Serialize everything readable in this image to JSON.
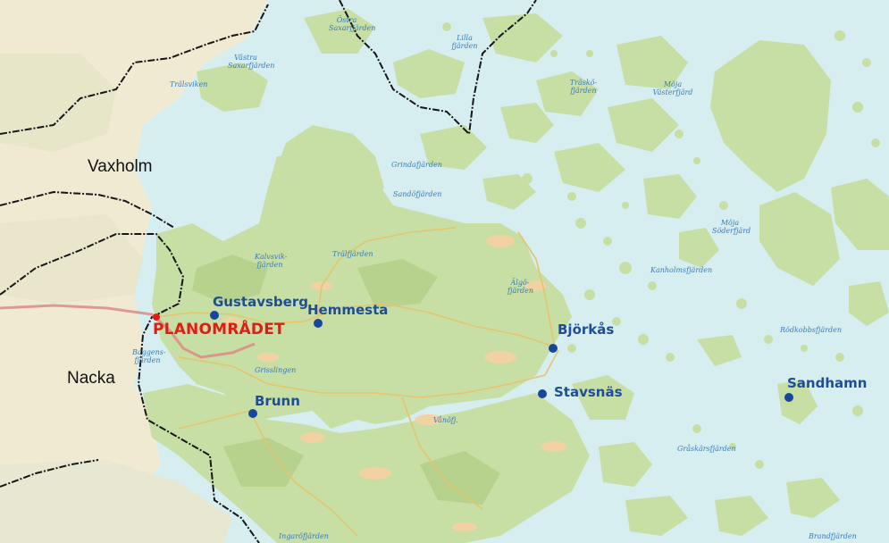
{
  "colors": {
    "water": "#d7eef0",
    "land": "#c7dea4",
    "land_dark": "#b7d28d",
    "mainland": "#f0ead2",
    "field": "#f2d2a2",
    "road": "#e4c56e",
    "border": "#161616",
    "place_text": "#1f4e98",
    "place_marker": "#16479a",
    "plan_area": "#e21b14",
    "plan_outline": "#dc8b86"
  },
  "municipalities": [
    {
      "id": "vaxholm",
      "name": "Vaxholm"
    },
    {
      "id": "nacka",
      "name": "Nacka"
    }
  ],
  "plan_area": {
    "label": "PLANOMRÅDET"
  },
  "places": [
    {
      "id": "gustavsberg",
      "name": "Gustavsberg"
    },
    {
      "id": "hemmesta",
      "name": "Hemmesta"
    },
    {
      "id": "bjorkas",
      "name": "Björkås"
    },
    {
      "id": "stavsnas",
      "name": "Stavsnäs"
    },
    {
      "id": "brunn",
      "name": "Brunn"
    },
    {
      "id": "sandhamn",
      "name": "Sandhamn"
    }
  ],
  "water_labels": [
    {
      "id": "saxarfjarden",
      "text": "Östra Saxarfjärden"
    },
    {
      "id": "vastra-saxarfjarden",
      "text": "Västra Saxarfjärden"
    },
    {
      "id": "trastosundet",
      "text": "Trälsviken"
    },
    {
      "id": "lillfjarden",
      "text": "Lilla fjärden"
    },
    {
      "id": "traskofjarden",
      "text": "Träskö-fjärden"
    },
    {
      "id": "moja-vastra",
      "text": "Möja Västerfjärd"
    },
    {
      "id": "grindafjarden",
      "text": "Grindafjärden"
    },
    {
      "id": "sandofjarden",
      "text": "Sandöfjärden"
    },
    {
      "id": "moja-soder",
      "text": "Möja Söderfjärd"
    },
    {
      "id": "kanholmsfjarden",
      "text": "Kanholmsfjärden"
    },
    {
      "id": "trastfjarden",
      "text": "Trälfjärden"
    },
    {
      "id": "algo",
      "text": "Älgö-fjärden"
    },
    {
      "id": "kalvsvik",
      "text": "Kalvsvik-fjärden"
    },
    {
      "id": "rodkobbs",
      "text": "Rödkobbsfjärden"
    },
    {
      "id": "grisslingen",
      "text": "Grisslingen"
    },
    {
      "id": "vanofjarden",
      "text": "Vånöfj."
    },
    {
      "id": "skurusundet",
      "text": "Baggens-fjärden"
    },
    {
      "id": "graskars",
      "text": "Gråskärsfjärden"
    },
    {
      "id": "bruno",
      "text": "Ingaröfjärden"
    },
    {
      "id": "brandfjarden",
      "text": "Brandfjärden"
    }
  ]
}
